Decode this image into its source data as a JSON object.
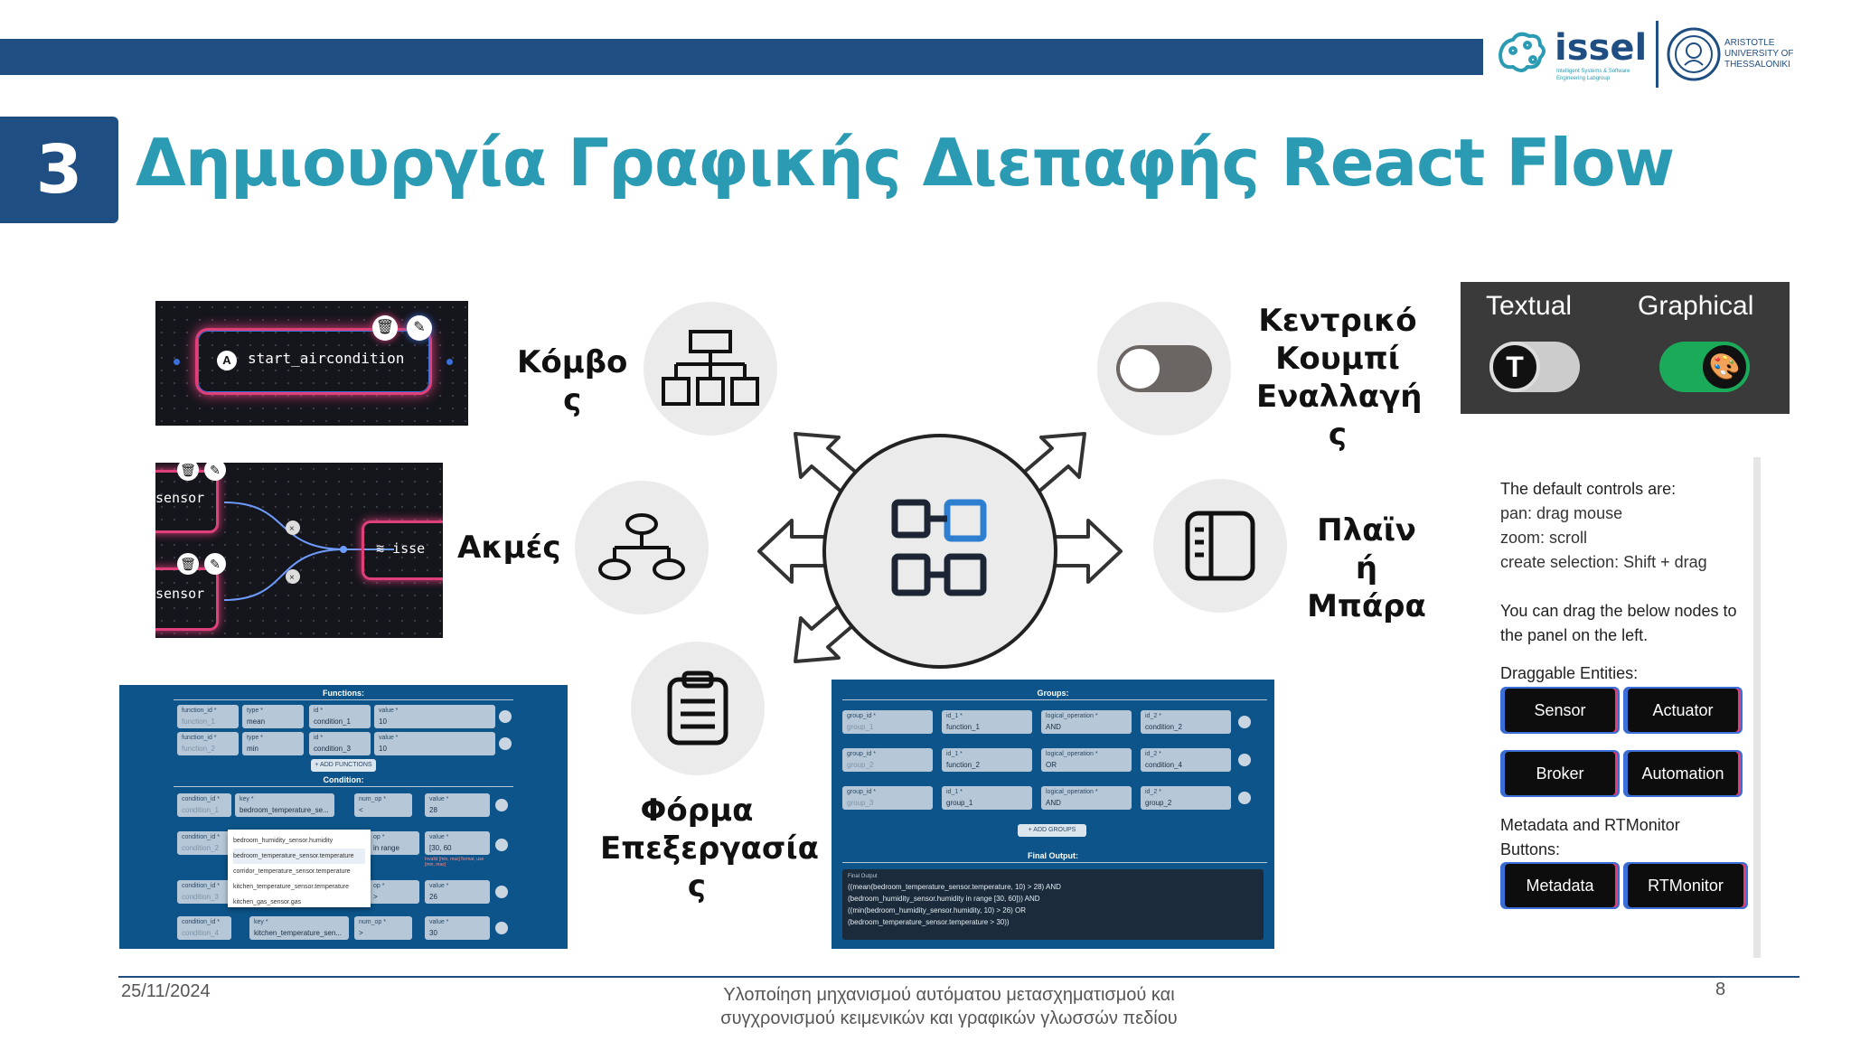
{
  "slide": {
    "section_number": "3",
    "title": "Δημιουργία Γραφικής Διεπαφής React Flow",
    "logo": {
      "brand": "issel",
      "tagline": "Intelligent Systems & Software Engineering Labgroup",
      "university": "ARISTOTLE UNIVERSITY OF THESSALONIKI"
    }
  },
  "labels": {
    "node": [
      "Κόμβο",
      "ς"
    ],
    "edges": "Ακμές",
    "form": [
      "Φόρμα",
      "Επεξεργασία",
      "ς"
    ],
    "toggle": [
      "Κεντρικό",
      "Κουμπί",
      "Εναλλαγή",
      "ς"
    ],
    "sidebar": [
      "Πλαϊν",
      "ή",
      "Μπάρα"
    ]
  },
  "icons": {
    "node": "sitemap-icon",
    "edges": "hierarchy-icon",
    "form": "clipboard-icon",
    "toggle": "toggle-icon",
    "sidebar": "sidebar-icon",
    "center": "react-flow-icon"
  },
  "node_screenshot": {
    "node_label": "start_aircondition",
    "badge": "A"
  },
  "edges_screenshot": {
    "node1": "sensor",
    "node2": "sensor",
    "target": "isse"
  },
  "toggle_screenshot": {
    "textual": "Textual",
    "graphical": "Graphical",
    "text_glyph": "T"
  },
  "functions_form": {
    "header": "Functions:",
    "rows": [
      {
        "id_label": "function_id *",
        "id_value": "function_1",
        "type_label": "type *",
        "type_value": "mean",
        "input_label": "id *",
        "input_value": "condition_1",
        "value_label": "value *",
        "value_value": "10"
      },
      {
        "id_label": "function_id *",
        "id_value": "function_2",
        "type_label": "type *",
        "type_value": "min",
        "input_label": "id *",
        "input_value": "condition_3",
        "value_label": "value *",
        "value_value": "10"
      }
    ],
    "add_button": "+ ADD FUNCTIONS",
    "condition_header": "Condition:",
    "cond_rows": [
      {
        "id_label": "condition_id *",
        "id_value": "condition_1",
        "key_label": "key *",
        "key_value": "bedroom_temperature_se...",
        "op_label": "num_op *",
        "op_value": "<",
        "value_label": "value *",
        "value_value": "28"
      },
      {
        "id_label": "condition_id *",
        "id_value": "condition_2",
        "key_label": "",
        "key_value": "",
        "op_label": "op *",
        "op_value": "in range",
        "value_label": "value *",
        "value_value": "[30, 60"
      },
      {
        "id_label": "condition_id *",
        "id_value": "condition_3",
        "key_label": "",
        "key_value": "",
        "op_label": "op *",
        "op_value": ">",
        "value_label": "value *",
        "value_value": "26"
      },
      {
        "id_label": "condition_id *",
        "id_value": "condition_4",
        "key_label": "key *",
        "key_value": "kitchen_temperature_sen...",
        "op_label": "num_op *",
        "op_value": ">",
        "value_label": "value *",
        "value_value": "30"
      }
    ],
    "dropdown": [
      "bedroom_humidity_sensor.humidity",
      "bedroom_temperature_sensor.temperature",
      "corridor_temperature_sensor.temperature",
      "kitchen_temperature_sensor.temperature",
      "kitchen_gas_sensor.gas"
    ],
    "error_text": "Invalid [min, max] format, use [min, max]"
  },
  "groups_form": {
    "header": "Groups:",
    "rows": [
      {
        "id_label": "group_id *",
        "id_value": "group_1",
        "id1_label": "id_1 *",
        "id1_value": "function_1",
        "op_label": "logical_operation *",
        "op_value": "AND",
        "id2_label": "id_2 *",
        "id2_value": "condition_2"
      },
      {
        "id_label": "group_id *",
        "id_value": "group_2",
        "id1_label": "id_1 *",
        "id1_value": "function_2",
        "op_label": "logical_operation *",
        "op_value": "OR",
        "id2_label": "id_2 *",
        "id2_value": "condition_4"
      },
      {
        "id_label": "group_id *",
        "id_value": "group_3",
        "id1_label": "id_1 *",
        "id1_value": "group_1",
        "op_label": "logical_operation *",
        "op_value": "AND",
        "id2_label": "id_2 *",
        "id2_value": "group_2"
      }
    ],
    "add_button": "+ ADD GROUPS",
    "final_header": "Final Output:",
    "final_label": "Final Output",
    "final_lines": [
      "((mean(bedroom_temperature_sensor.temperature, 10) > 28) AND",
      "(bedroom_humidity_sensor.humidity in range [30, 60])) AND",
      "((min(bedroom_humidity_sensor.humidity, 10) > 26) OR",
      "(bedroom_temperature_sensor.temperature > 30))"
    ]
  },
  "sidebar_panel": {
    "controls_title": "The default controls are:",
    "controls": [
      "pan: drag mouse",
      "zoom: scroll",
      "create selection: Shift + drag"
    ],
    "drag_text_1": "You can drag the below nodes to",
    "drag_text_2": "the panel on the left.",
    "draggable_title": "Draggable Entities:",
    "entities": [
      "Sensor",
      "Actuator",
      "Broker",
      "Automation"
    ],
    "meta_title_1": "Metadata and RTMonitor",
    "meta_title_2": "Buttons:",
    "meta_buttons": [
      "Metadata",
      "RTMonitor"
    ]
  },
  "footer": {
    "date": "25/11/2024",
    "subtitle_1": "Υλοποίηση μηχανισμού αυτόματου μετασχηματισμού και",
    "subtitle_2": "συγχρονισμού κειμενικών και γραφικών γλωσσών πεδίου",
    "page": "8"
  },
  "colors": {
    "primary": "#1f4e82",
    "title": "#2a9bb3",
    "toggle_on": "#1aaa5a",
    "node_glow": "#e0407a",
    "edge_glow": "#3b6fd9"
  }
}
